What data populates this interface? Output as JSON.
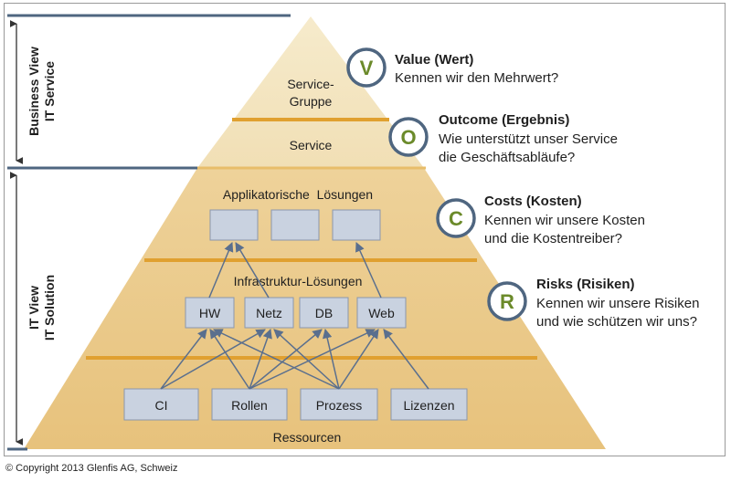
{
  "sidebar": {
    "business_line1": "Business View",
    "business_line2": "IT Service",
    "it_line1": "IT View",
    "it_line2": "IT Solution"
  },
  "pyramid": {
    "service_group_line1": "Service-",
    "service_group_line2": "Gruppe",
    "service": "Service",
    "applications_title": "Applikatorische  Lösungen",
    "infrastructure_title": "Infrastruktur-Lösungen",
    "infrastructure": [
      "HW",
      "Netz",
      "DB",
      "Web"
    ],
    "resources": [
      "CI",
      "Rollen",
      "Prozess",
      "Lizenzen"
    ],
    "resources_title": "Ressourcen"
  },
  "voc_r": [
    {
      "letter": "V",
      "title": "Value (Wert)",
      "line1": "Kennen wir den Mehrwert?",
      "line2": ""
    },
    {
      "letter": "O",
      "title": "Outcome (Ergebnis)",
      "line1": "Wie unterstützt unser Service",
      "line2": "die Geschäftsabläufe?"
    },
    {
      "letter": "C",
      "title": "Costs (Kosten)",
      "line1": "Kennen wir unsere Kosten",
      "line2": "und die Kostentreiber?"
    },
    {
      "letter": "R",
      "title": "Risks (Risiken)",
      "line1": "Kennen wir unsere Risiken",
      "line2": "und wie schützen wir uns?"
    }
  ],
  "colors": {
    "pyramid_light": "#f3e3bd",
    "pyramid_mid": "#eccf96",
    "pyramid_dark": "#e8c47e",
    "separator": "#e0a030",
    "box_fill": "#c9d2e0",
    "box_stroke": "#8a97ad",
    "arrow": "#5a6f8e",
    "circle_stroke": "#4f6680",
    "letter": "#6b8a2a",
    "side_line": "#4f6680"
  },
  "copyright": "© Copyright 2013 Glenfis AG, Schweiz"
}
